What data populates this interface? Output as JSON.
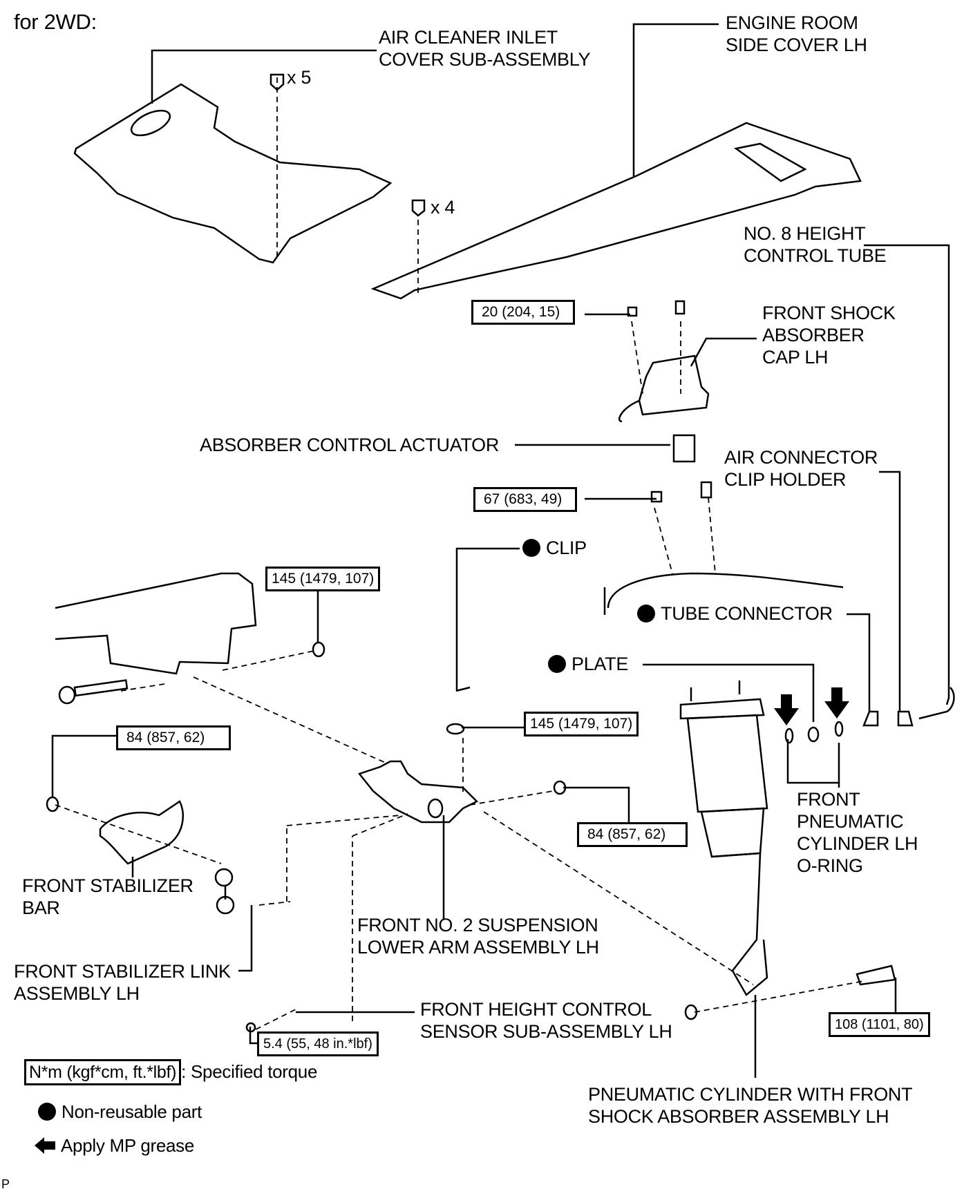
{
  "header": {
    "title": "for 2WD:"
  },
  "parts": {
    "air_cleaner": "AIR CLEANER INLET\nCOVER SUB-ASSEMBLY",
    "engine_room": "ENGINE ROOM\nSIDE COVER LH",
    "height_tube": "NO. 8 HEIGHT\nCONTROL TUBE",
    "shock_cap": "FRONT SHOCK\nABSORBER\nCAP LH",
    "actuator": "ABSORBER CONTROL ACTUATOR",
    "air_connector": "AIR CONNECTOR\nCLIP HOLDER",
    "clip": "CLIP",
    "tube_connector": "TUBE CONNECTOR",
    "plate": "PLATE",
    "o_ring": "FRONT\nPNEUMATIC\nCYLINDER LH\nO-RING",
    "stabilizer_bar": "FRONT STABILIZER\nBAR",
    "lower_arm": "FRONT NO. 2 SUSPENSION\nLOWER ARM ASSEMBLY LH",
    "stabilizer_link": "FRONT STABILIZER LINK\nASSEMBLY LH",
    "height_sensor": "FRONT HEIGHT CONTROL\nSENSOR SUB-ASSEMBLY LH",
    "pneumatic_cylinder": "PNEUMATIC CYLINDER WITH FRONT\nSHOCK ABSORBER ASSEMBLY LH"
  },
  "quantities": {
    "clips_air_cleaner": "x 5",
    "clips_engine_room": "x 4"
  },
  "torques": {
    "cap_nut": "20 (204, 15)",
    "clip_holder_nut": "67 (683, 49)",
    "crossmember_nut": "145 (1479, 107)",
    "lower_arm_nut": "145 (1479, 107)",
    "stabilizer_nut": "84 (857, 62)",
    "arm_side_nut": "84 (857, 62)",
    "sensor_bolt": "5.4 (55, 48 in.*lbf)",
    "cylinder_bolt": "108 (1101, 80)"
  },
  "legend": {
    "torque_units": "N*m (kgf*cm, ft.*lbf)",
    "torque_text": ": Specified torque",
    "nonreusable": "Non-reusable part",
    "grease": "Apply MP grease"
  },
  "footer": {
    "mark": "P"
  }
}
